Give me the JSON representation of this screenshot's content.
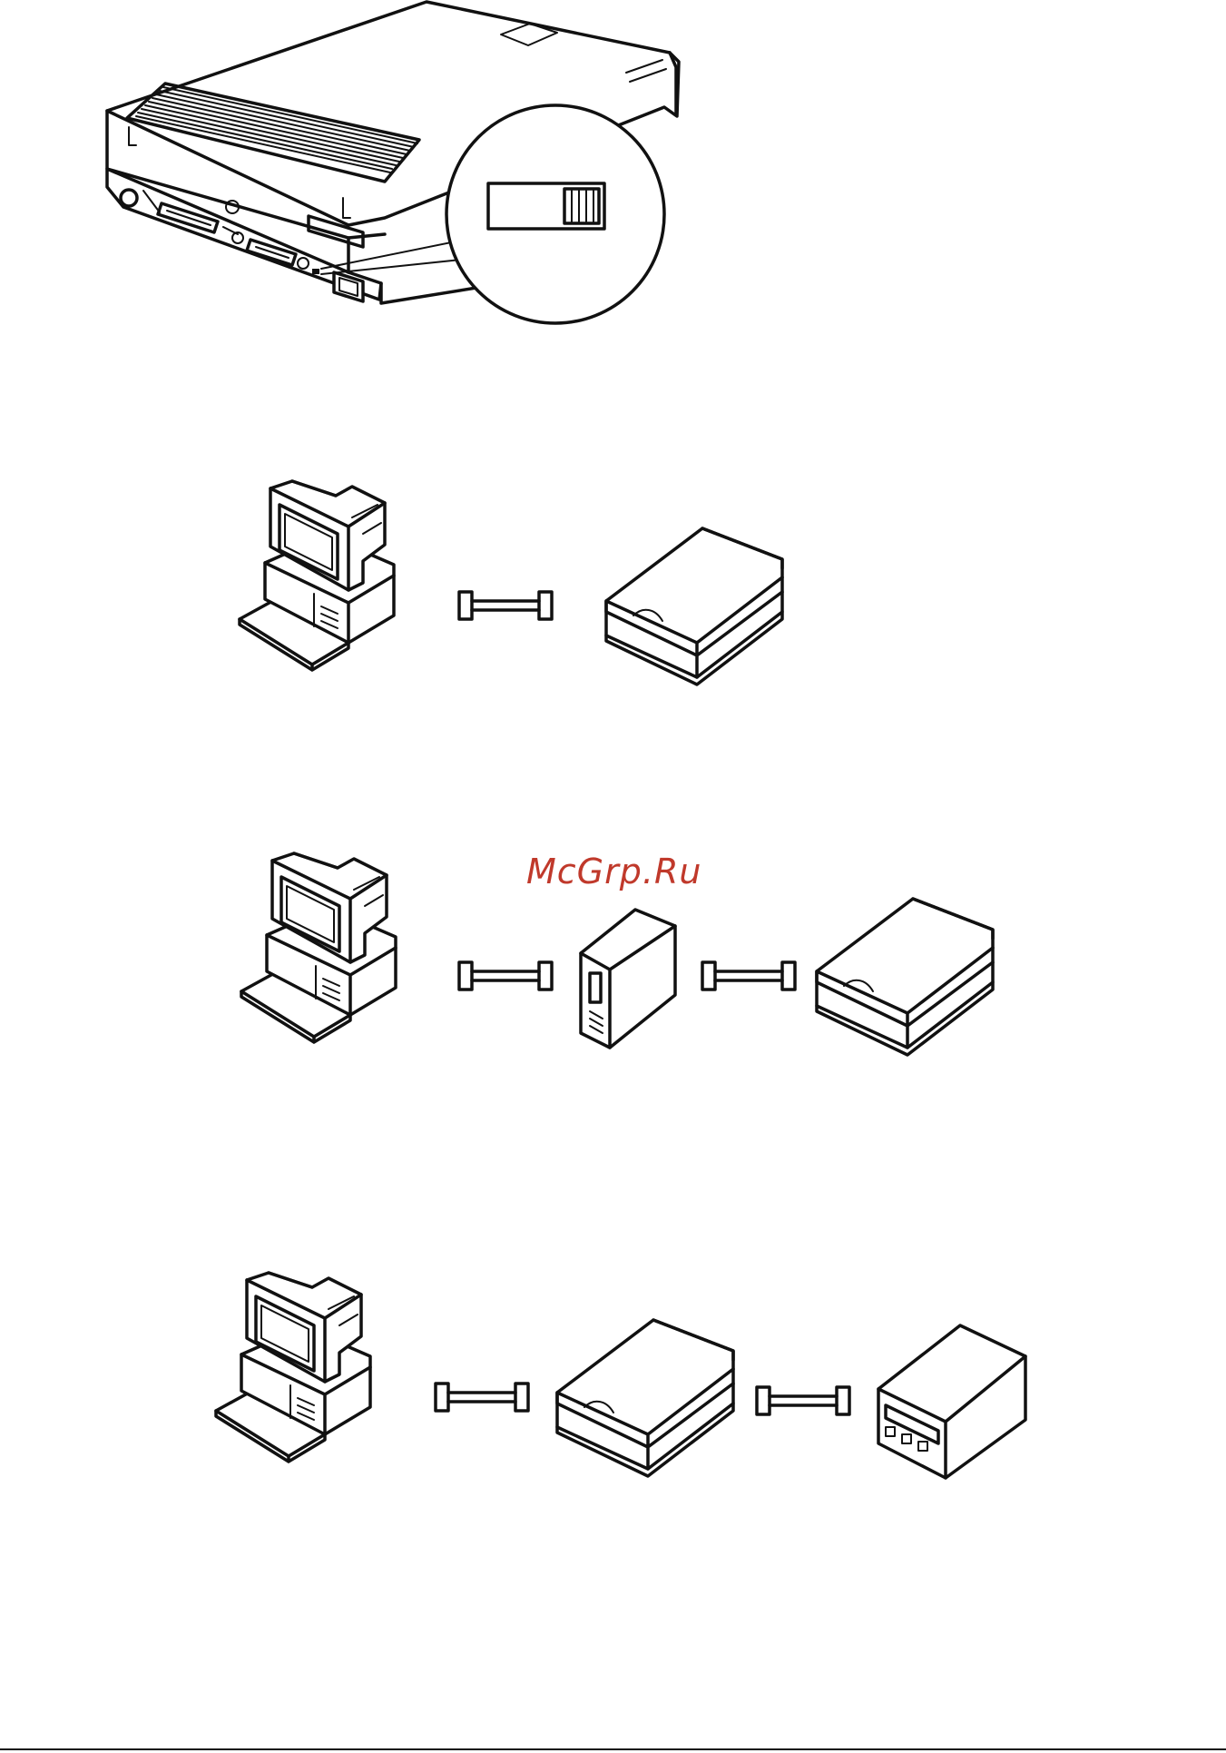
{
  "watermark": {
    "text": "McGrp.Ru"
  },
  "figures": [
    {
      "id": "scanner-rear-view",
      "detail": "scsi-terminator-switch-callout"
    },
    {
      "id": "connection-diagram-1",
      "devices": [
        "computer-icon",
        "scsi-cable-icon",
        "scanner-icon"
      ]
    },
    {
      "id": "connection-diagram-2",
      "devices": [
        "computer-icon",
        "scsi-cable-icon",
        "external-drive-icon",
        "scsi-cable-icon",
        "scanner-icon"
      ]
    },
    {
      "id": "connection-diagram-3",
      "devices": [
        "computer-icon",
        "scsi-cable-icon",
        "scanner-icon",
        "scsi-cable-icon",
        "external-device-icon"
      ]
    }
  ]
}
